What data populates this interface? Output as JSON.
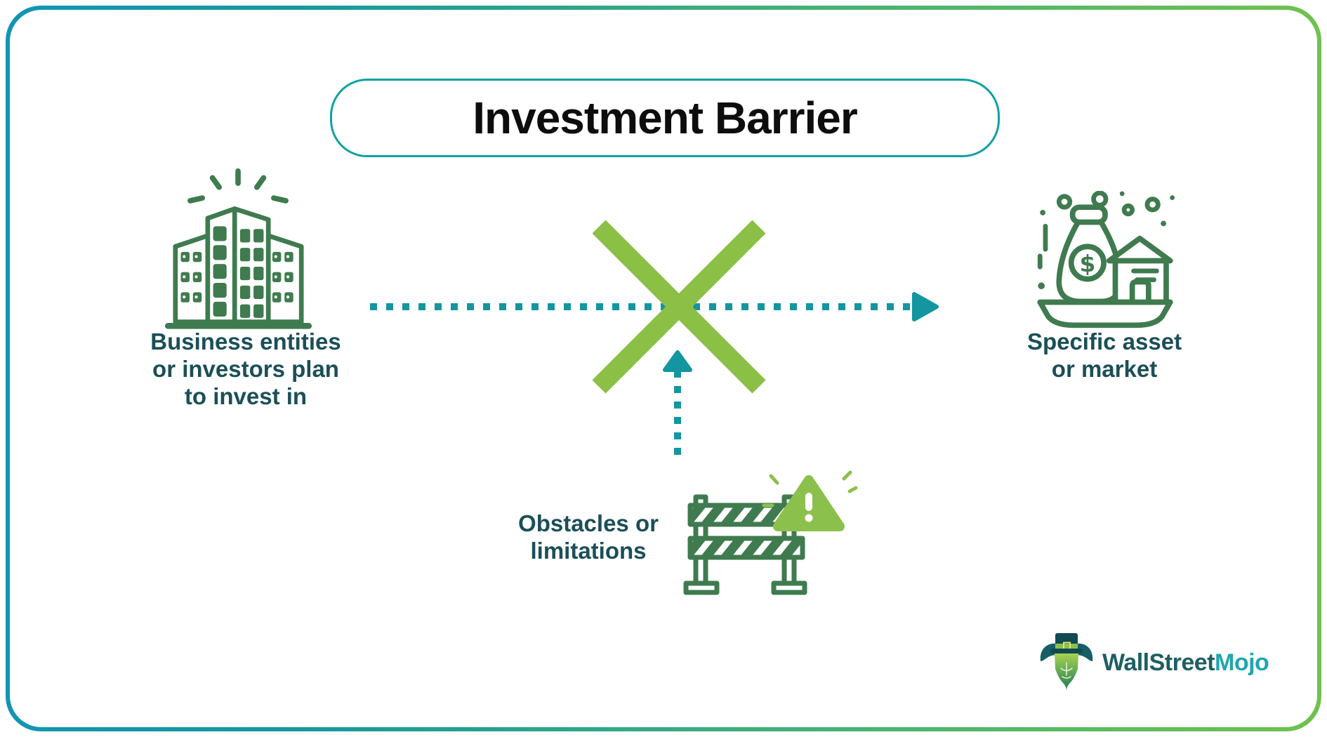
{
  "title": {
    "text": "Investment Barrier"
  },
  "flow": {
    "source": {
      "icon": "office-buildings-icon",
      "lines": [
        "Business entities",
        "or investors plan",
        "to invest in"
      ]
    },
    "target": {
      "icon": "money-bag-and-house-icon",
      "lines": [
        "Specific asset",
        "or market"
      ]
    },
    "barrier": {
      "icon": "roadblock-warning-icon",
      "lines": [
        "Obstacles or",
        "limitations"
      ]
    }
  },
  "connectors": {
    "horizontal": "dotted-arrow-left-to-right",
    "vertical": "dotted-arrow-up",
    "blocked": "green-cross"
  },
  "logo": {
    "part1": "WallStreet",
    "part2": "Mojo",
    "mark": "bull-with-top-hat"
  },
  "colors": {
    "border_start": "#1295b4",
    "border_mid": "#16989f",
    "border_end": "#6fc24e",
    "pill_border": "#10a1a3",
    "title_text": "#0d0d0d",
    "icon_green": "#3f7b4f",
    "cross_green": "#8bbf45",
    "arrow_teal": "#13969f",
    "label_teal": "#1b4f57",
    "warning_green": "#8cc04c",
    "logo_dark": "#1d5f63",
    "logo_light": "#21a6ae"
  }
}
